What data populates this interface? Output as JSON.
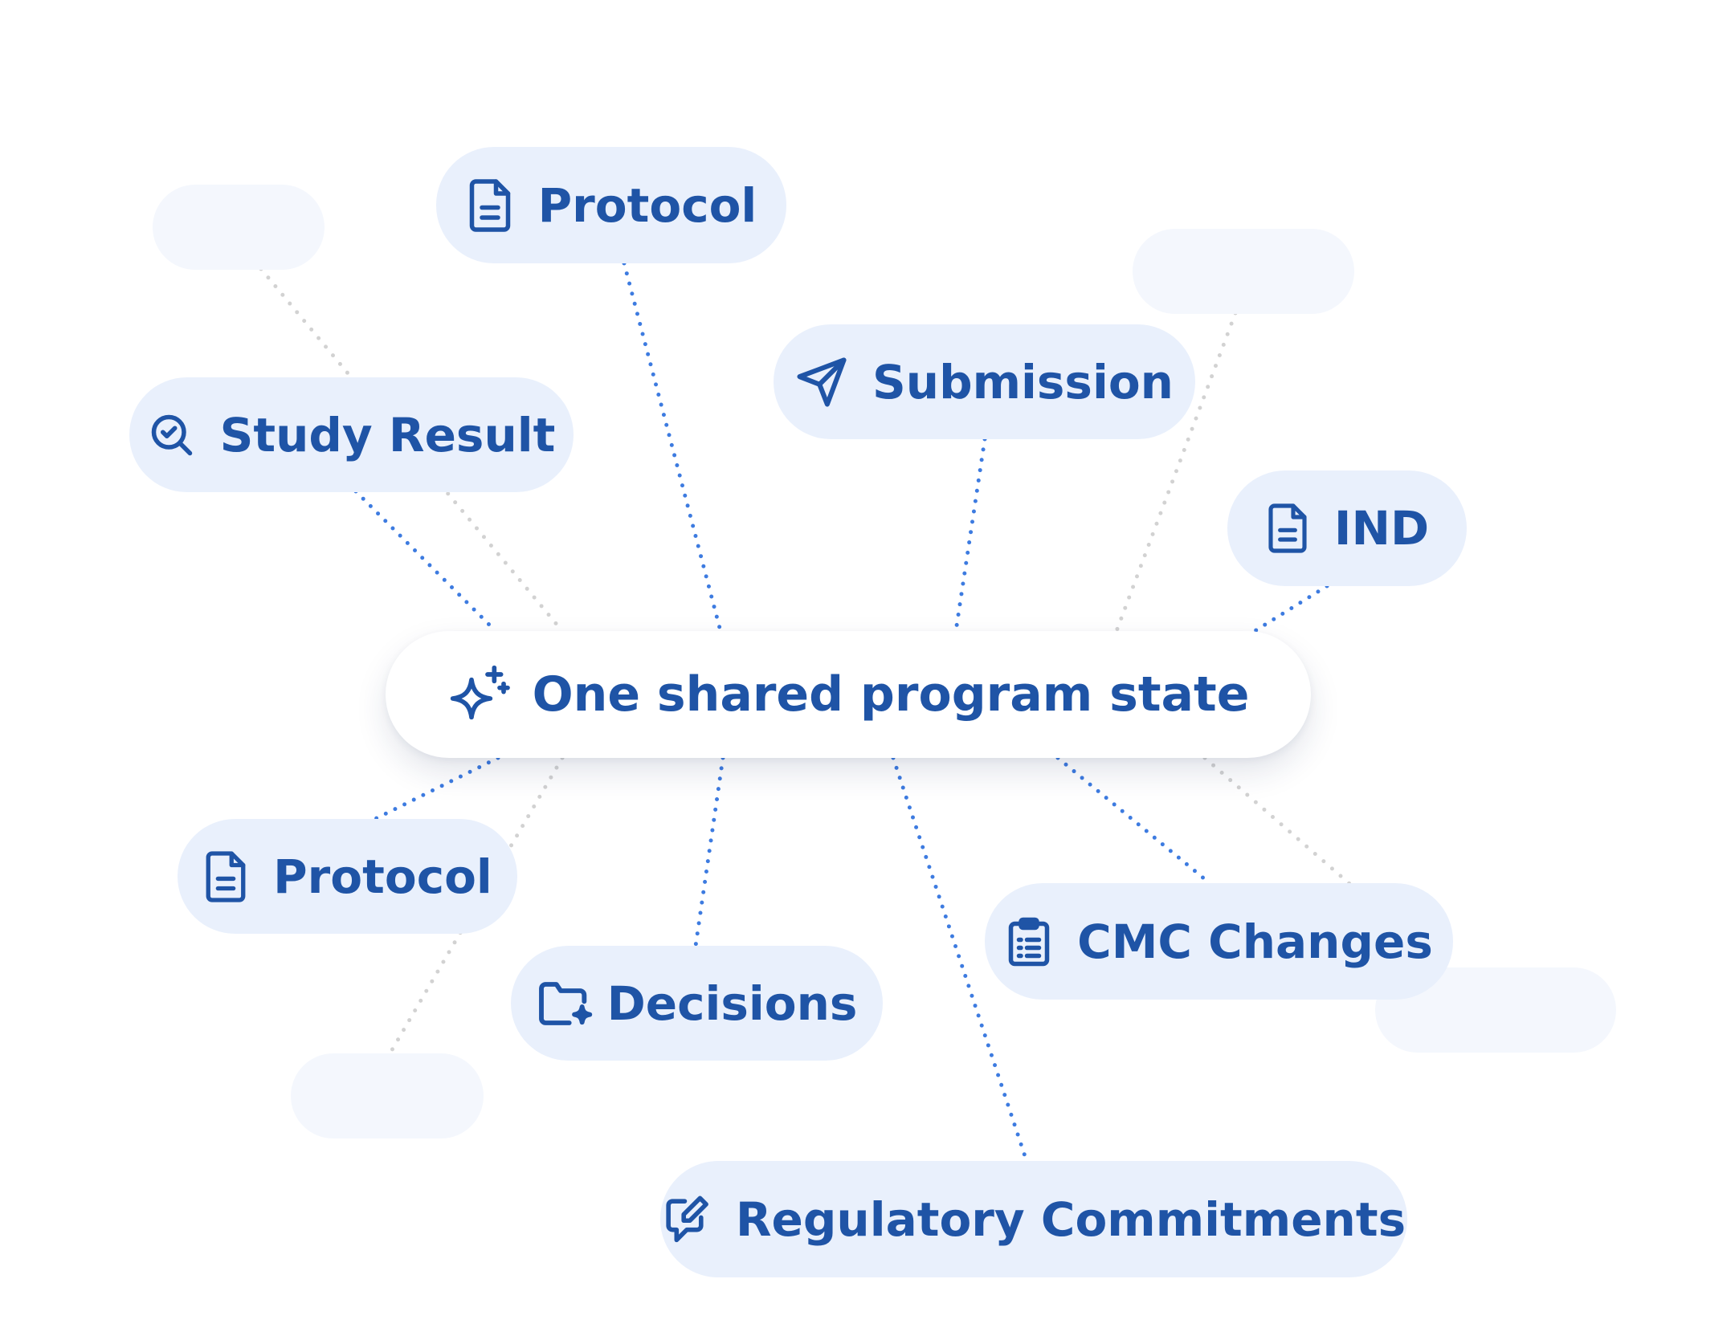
{
  "center": {
    "label": "One shared program state",
    "icon": "sparkles-icon"
  },
  "nodes": [
    {
      "id": "protocol-top",
      "label": "Protocol",
      "icon": "document-icon"
    },
    {
      "id": "study-result",
      "label": "Study Result",
      "icon": "search-check-icon"
    },
    {
      "id": "submission",
      "label": "Submission",
      "icon": "send-icon"
    },
    {
      "id": "ind",
      "label": "IND",
      "icon": "document-icon"
    },
    {
      "id": "protocol-bottom",
      "label": "Protocol",
      "icon": "document-icon"
    },
    {
      "id": "decisions",
      "label": "Decisions",
      "icon": "folder-sparkle-icon"
    },
    {
      "id": "cmc-changes",
      "label": "CMC Changes",
      "icon": "clipboard-list-icon"
    },
    {
      "id": "regulatory-commitments",
      "label": "Regulatory Commitments",
      "icon": "message-edit-icon"
    }
  ],
  "colors": {
    "accent": "#1f54a6",
    "link": "#3d7be0",
    "pill": "#e9f0fc",
    "ghost": "#f4f7fd",
    "faint_link": "#d2d2d2"
  }
}
